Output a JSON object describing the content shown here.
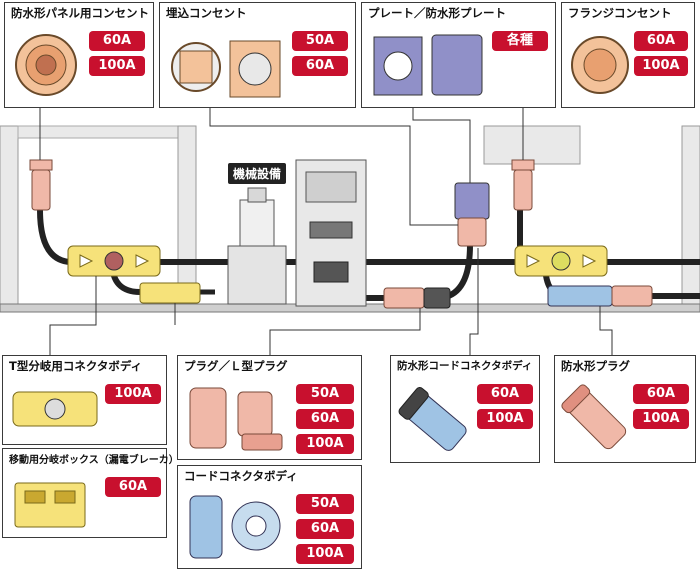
{
  "header_label": "機械設備",
  "boxes": {
    "panel_outlet": {
      "title": "防水形パネル用コンセント",
      "badges": [
        "60A",
        "100A"
      ]
    },
    "embedded_outlet": {
      "title": "埋込コンセント",
      "badges": [
        "50A",
        "60A"
      ]
    },
    "plate": {
      "title": "プレート／防水形プレート",
      "badges": [
        "各種"
      ]
    },
    "flange_outlet": {
      "title": "フランジコンセント",
      "badges": [
        "60A",
        "100A"
      ]
    },
    "t_branch": {
      "title": "T型分岐用コネクタボディ",
      "badges": [
        "100A"
      ]
    },
    "branch_box": {
      "title": "移動用分岐ボックス（漏電ブレーカ）",
      "badges": [
        "60A"
      ]
    },
    "plug": {
      "title": "プラグ／Ｌ型プラグ",
      "badges": [
        "50A",
        "60A",
        "100A"
      ]
    },
    "cord_connector": {
      "title": "コードコネクタボディ",
      "badges": [
        "50A",
        "60A",
        "100A"
      ]
    },
    "wp_cord_connector": {
      "title": "防水形コードコネクタボディ",
      "badges": [
        "60A",
        "100A"
      ]
    },
    "wp_plug": {
      "title": "防水形プラグ",
      "badges": [
        "60A",
        "100A"
      ]
    }
  },
  "colors": {
    "badge": "#c8102e",
    "pink": "#f0b8a8",
    "yellow": "#f6e27a",
    "blue": "#9fc3e4",
    "wall": "#e8e8e8"
  }
}
